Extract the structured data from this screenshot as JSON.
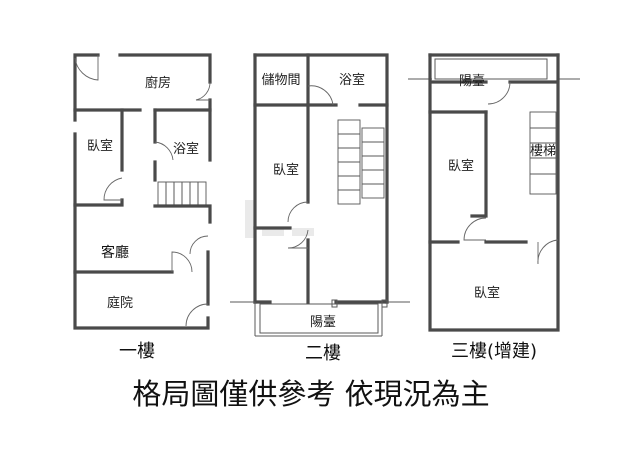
{
  "floor1": {
    "title": "一樓",
    "rooms": {
      "kitchen": "廚房",
      "bedroom": "臥室",
      "bathroom": "浴室",
      "living": "客廳",
      "courtyard": "庭院"
    }
  },
  "floor2": {
    "title": "二樓",
    "rooms": {
      "storage": "儲物間",
      "bathroom": "浴室",
      "bedroom": "臥室",
      "balcony": "陽臺"
    }
  },
  "floor3": {
    "title": "三樓(增建)",
    "rooms": {
      "balcony": "陽臺",
      "bedroom_left": "臥室",
      "stairs": "樓梯",
      "bedroom_bottom": "臥室"
    }
  },
  "caption": "格局圖僅供參考 依現況為主"
}
